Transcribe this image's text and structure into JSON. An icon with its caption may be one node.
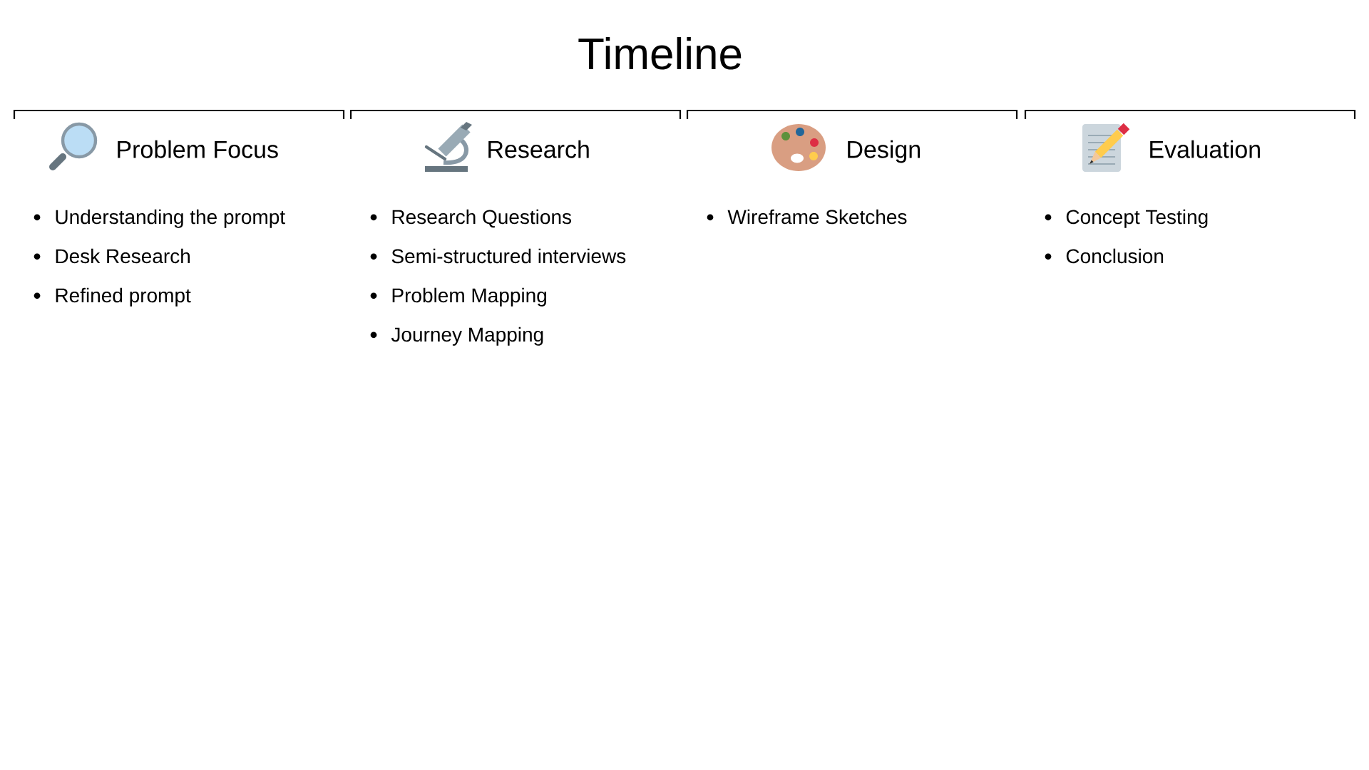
{
  "diagram": {
    "title": "Timeline",
    "nodes": [
      {
        "text": [
          "Problem Focus",
          "Understanding the prompt",
          "Desk Research",
          "Refined prompt"
        ]
      },
      {
        "text": [
          "Research",
          "Research Questions",
          "Semi-structured interviews",
          "Problem Mapping",
          "Journey Mapping"
        ]
      },
      {
        "text": [
          "Design",
          "Wireframe Sketches"
        ]
      },
      {
        "text": [
          "Evaluation",
          "Concept Testing",
          "Conclusion"
        ]
      }
    ]
  }
}
